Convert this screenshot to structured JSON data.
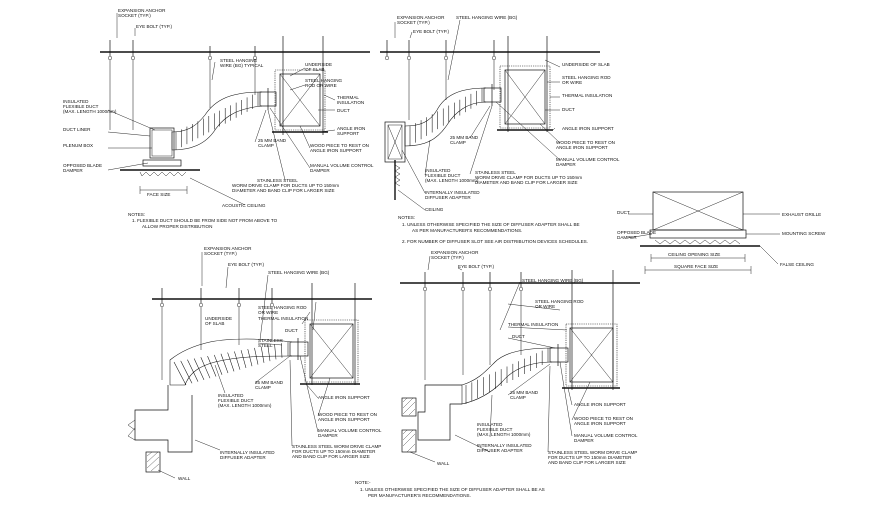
{
  "d1": {
    "expansion_anchor": "EXPANSION ANCHOR",
    "socket": "SOCKET (TYP.)",
    "eye_bolt": "EYE BOLT (TYP.)",
    "hanging_wire": "STEEL HANGING",
    "hanging_wire2": "WIRE (BG) TYPICAL",
    "underside": "UNDERSIDE",
    "of_slab": "OF SLAB",
    "hanging_rod": "STEEL HANGING",
    "rod_or_wire": "ROD OR WIRE",
    "thermal": "THERMAL",
    "insulation": "INSULATION",
    "duct": "DUCT",
    "insulated": "INSULATED",
    "flexible_duct": "FLEXIBLE DUCT",
    "max_length": "(MAX. LENGTH 1000mm)",
    "duct_liner": "DUCT LINER",
    "plenum_box": "PLENUM BOX",
    "opposed_blade": "OPPOSED BLADE",
    "damper": "DAMPER",
    "face_size": "FACE SIZE",
    "band_clamp": "25 MM BAND",
    "band_clamp2": "CLAMP",
    "angle_iron": "ANGLE IRON",
    "angle_iron2": "SUPPORT",
    "wood_piece": "WOOD PIECE TO REST ON",
    "wood_piece2": "ANGLE IRON SUPPORT",
    "vcd": "MANUAL VOLUME CONTROL",
    "vcd2": "DAMPER",
    "stainless": "STAINLESS STEEL",
    "worm_drive": "WORM DRIVE CLAMP FOR DUCTS UP TO 150mm",
    "worm_drive2": "DIAMETER AND BAND CLIP FOR LARGER SIZE",
    "acoustic": "ACOUSTIC CEILING",
    "notes_title": "NOTES:",
    "note1": "1.  FLEXIBLE DUCT SHOULD BE FROM SIDE NOT FROM ABOVE TO",
    "note1b": "ALLOW PROPER DISTRIBUTION"
  },
  "d2": {
    "expansion_anchor": "EXPANSION ANCHOR",
    "socket": "SOCKET (TYP.)",
    "eye_bolt": "EYE BOLT (TYP.)",
    "hanging_wire": "STEEL HANGING WIRE (BG)",
    "underside": "UNDERSIDE OF SLAB",
    "hanging_rod": "STEEL HANGING ROD",
    "rod_or_wire": "OR WIRE",
    "thermal": "THERMAL INSULATION",
    "duct": "DUCT",
    "angle_iron": "ANGLE IRON SUPPORT",
    "band_clamp": "25 MM BAND",
    "band_clamp2": "CLAMP",
    "wood_piece": "WOOD PIECE TO REST ON",
    "wood_piece2": "ANGLE IRON SUPPORT",
    "vcd": "MANUAL VOLUME CONTROL",
    "vcd2": "DAMPER",
    "insulated": "INSULATED",
    "flexible_duct": "FLEXIBLE DUCT",
    "max_length": "(MAX. LENGTH 1000mm)",
    "stainless": "STAINLESS STEEL",
    "worm_drive": "WORM DRIVE CLAMP FOR DUCTS UP TO 150mm",
    "worm_drive2": "DIAMETER AND BAND CLIP FOR LARGER SIZE",
    "internally": "INTERNALLY INSULATED",
    "diffuser_adapter": "DIFFUSER ADAPTER",
    "ceiling": "CEILING",
    "notes_title": "NOTES:",
    "note1": "1.  UNLESS OTHERWISE SPECIFIED THE SIZE OF DIFFUSER ADAPTER SHALL BE",
    "note1b": "AS PER MANUFACTURER'S RECOMMENDATIONS.",
    "note2": "2.  FOR NUMBER OF DIFFUSER SLOT SEE AIR DISTRIBUTION DEVICES SCHEDULES."
  },
  "d3": {
    "duct": "DUCT",
    "exhaust_grille": "EXHAUST GRILLE",
    "opposed_blade": "OPPOSED BLADE",
    "damper": "DAMPER",
    "mounting_screw": "MOUNTING SCREW",
    "ceiling_opening": "CEILING OPENING SIZE",
    "square_face": "SQUARE FACE SIZE",
    "false_ceiling": "FALSE CEILING"
  },
  "d4": {
    "expansion_anchor": "EXPANSION ANCHOR",
    "socket": "SOCKET (TYP.)",
    "eye_bolt": "EYE BOLT (TYP.)",
    "hanging_wire": "STEEL HANGING WIRE (BG)",
    "hanging_rod": "STEEL HANGING ROD",
    "rod_or_wire": "OR WIRE",
    "underside": "UNDERSIDE",
    "of_slab": "OF SLAB",
    "thermal": "THERMAL INSULATION",
    "duct": "DUCT",
    "stainless": "STAINLESS",
    "steel": "STEEL",
    "band_clamp": "25 MM BAND",
    "band_clamp2": "CLAMP",
    "insulated": "INSULATED",
    "flexible_duct": "FLEXIBLE DUCT",
    "max_length": "(MAX. LENGTH 1000mm)",
    "angle_iron": "ANGLE IRON SUPPORT",
    "wood_piece": "WOOD PIECE TO REST ON",
    "wood_piece2": "ANGLE IRON SUPPORT",
    "vcd": "MANUAL VOLUME CONTROL",
    "vcd2": "DAMPER",
    "ss_worm": "STAINLESS STEEL WORM DRIVE CLAMP",
    "ss_worm2": "FOR DUCTS UP TO 150mm DIAMETER",
    "ss_worm3": "AND BAND CLIP FOR LARGER SIZE",
    "internally": "INTERNALLY INSULATED",
    "diffuser_adapter": "DIFFUSER ADAPTER",
    "wall": "WALL"
  },
  "d5": {
    "expansion_anchor": "EXPANSION ANCHOR",
    "socket": "SOCKET (TYP.)",
    "eye_bolt": "EYE BOLT (TYP.)",
    "hanging_wire": "STEEL HANGING WIRE (BG)",
    "hanging_rod": "STEEL HANGING ROD",
    "rod_or_wire": "OR WIRE",
    "thermal": "THERMAL INSULATION",
    "duct": "DUCT",
    "band_clamp": "25 MM BAND",
    "band_clamp2": "CLAMP",
    "insulated": "INSULATED",
    "flexible_duct": "FLEXIBLE DUCT",
    "max_length": "(MAX. LENGTH 1000mm)",
    "internally": "INTERNALLY INSULATED",
    "diffuser_adapter": "DIFFUSER ADAPTER",
    "angle_iron": "ANGLE IRON SUPPORT",
    "wood_piece": "WOOD PIECE TO REST ON",
    "wood_piece2": "ANGLE IRON SUPPORT",
    "vcd": "MANUAL VOLUME CONTROL",
    "vcd2": "DAMPER",
    "ss_worm": "STAINLESS STEEL WORM DRIVE CLAMP",
    "ss_worm2": "FOR DUCTS UP TO 150mm DIAMETER",
    "ss_worm3": "AND BAND CLIP FOR LARGER SIZE",
    "wall": "WALL",
    "notes_title": "NOTE:-",
    "note1": "1.  UNLESS OTHERWISE SPECIFIED THE SIZE OF DIFFUSER ADAPTER SHALL BE AS",
    "note1b": "PER MANUFACTURER'S RECOMMENDATIONS."
  }
}
